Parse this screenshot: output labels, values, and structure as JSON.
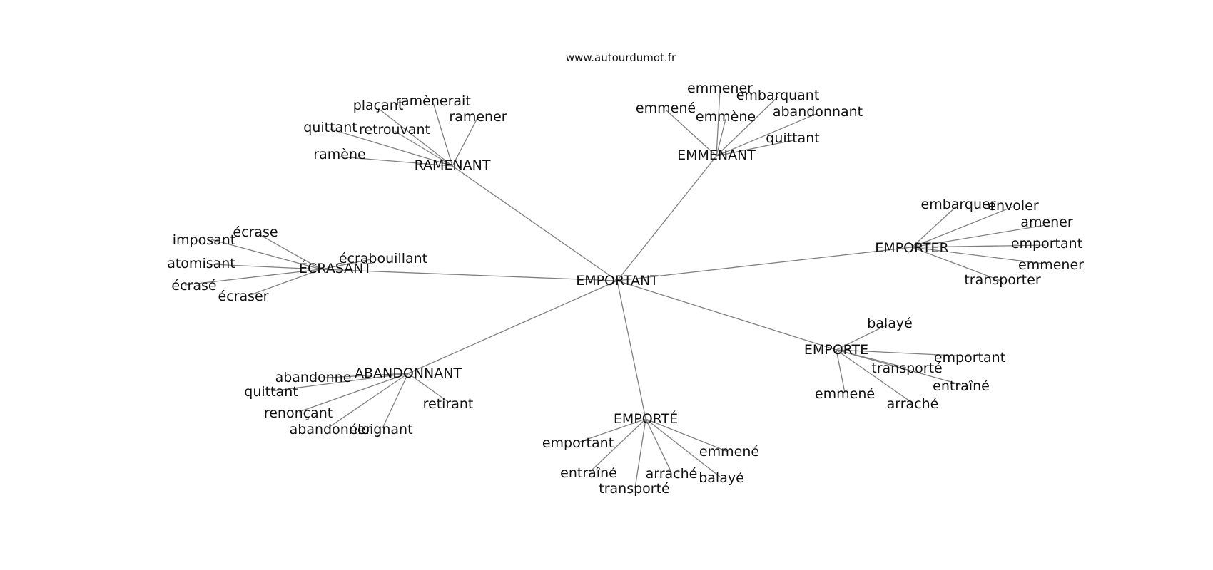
{
  "site": "www.autourdumot.fr",
  "center": "EMPORTANT",
  "hubs": [
    {
      "label": "RAMENANT",
      "leaves": [
        "plaçant",
        "ramènerait",
        "ramener",
        "quittant",
        "retrouvant",
        "ramène"
      ]
    },
    {
      "label": "EMMENANT",
      "leaves": [
        "emmener",
        "emmené",
        "embarquant",
        "emmène",
        "abandonnant",
        "quittant"
      ]
    },
    {
      "label": "ÉCRASANT",
      "leaves": [
        "écrase",
        "imposant",
        "atomisant",
        "écrabouillant",
        "écrasé",
        "écraser"
      ]
    },
    {
      "label": "EMPORTER",
      "leaves": [
        "embarquer",
        "envoler",
        "amener",
        "emportant",
        "emmener",
        "transporter"
      ]
    },
    {
      "label": "EMPORTE",
      "leaves": [
        "balayé",
        "emportant",
        "transporté",
        "entraîné",
        "emmené",
        "arraché"
      ]
    },
    {
      "label": "ABANDONNANT",
      "leaves": [
        "abandonne",
        "quittant",
        "renonçant",
        "abandonner",
        "éloignant",
        "retirant"
      ]
    },
    {
      "label": "EMPORTÉ",
      "leaves": [
        "emportant",
        "emmené",
        "entraîné",
        "arraché",
        "balayé",
        "transporté"
      ]
    }
  ]
}
